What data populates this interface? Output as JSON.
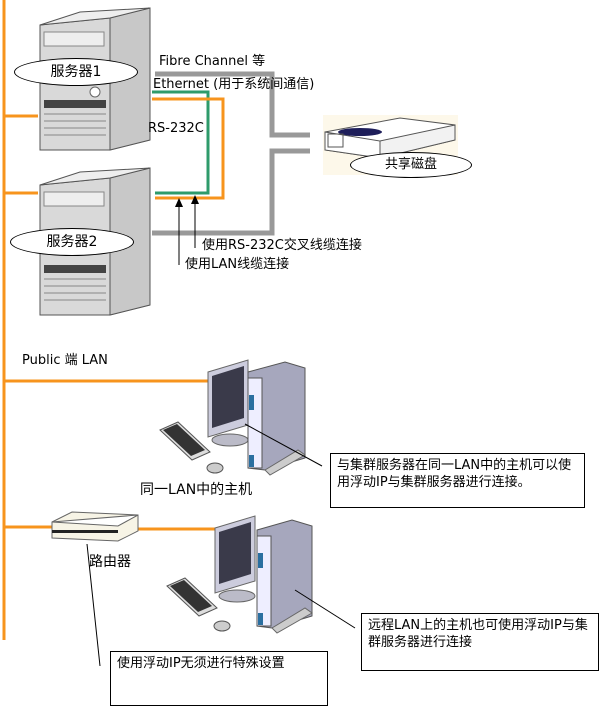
{
  "diagram": {
    "colors": {
      "public_lan": "#f7941d",
      "interconnect_lan": "#2e9b6b",
      "fibre_channel": "#999999",
      "callout_line": "#000000"
    },
    "nodes": {
      "server1": {
        "label": "服务器1",
        "icon": "tower-server-icon"
      },
      "server2": {
        "label": "服务器2",
        "icon": "tower-server-icon"
      },
      "shared_disk": {
        "label": "共享磁盘",
        "icon": "disk-array-icon"
      },
      "same_lan_host": {
        "label": "同一LAN中的主机",
        "icon": "desktop-pc-icon"
      },
      "router": {
        "label": "路由器",
        "icon": "router-icon"
      },
      "remote_host": {
        "label": "",
        "icon": "desktop-pc-icon"
      }
    },
    "connection_labels": {
      "fibre_channel": "Fibre Channel 等",
      "ethernet": "Ethernet (用于系统间通信)",
      "rs232c": "RS-232C",
      "rs232c_cross": "使用RS-232C交叉线缆连接",
      "lan_cable": "使用LAN线缆连接",
      "public_lan": "Public 端 LAN"
    },
    "notes": {
      "same_lan": "与集群服务器在同一LAN中的主机可以使用浮动IP与集群服务器进行连接。",
      "remote_lan": "远程LAN上的主机也可使用浮动IP与集群服务器进行连接",
      "router": "使用浮动IP无须进行特殊设置"
    }
  }
}
